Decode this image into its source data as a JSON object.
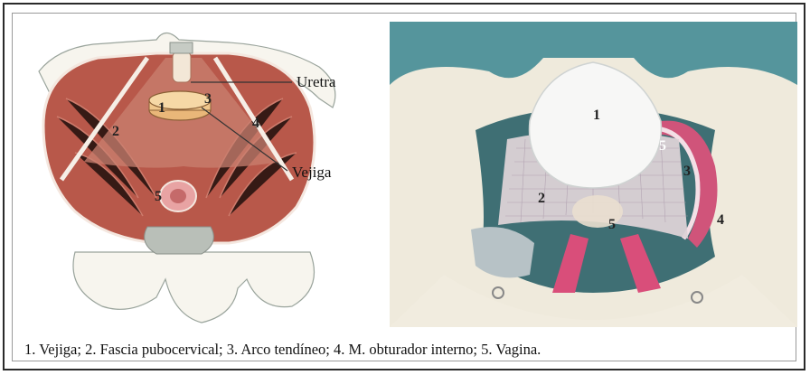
{
  "left_figure": {
    "labels": [
      "1",
      "2",
      "3",
      "4",
      "5"
    ],
    "callouts": {
      "uretra": "Uretra",
      "vejiga": "Vejiga"
    }
  },
  "right_figure": {
    "labels": [
      "1",
      "2",
      "3",
      "4",
      "5",
      "5"
    ]
  },
  "caption": "1. Vejiga; 2. Fascia pubocervical; 3. Arco tendíneo; 4. M. obturador interno; 5. Vagina.",
  "colors": {
    "muscle": "#b8584a",
    "bone": "#f2eee2",
    "drape": "#4d8f96",
    "frame": "#2a2a2a"
  }
}
